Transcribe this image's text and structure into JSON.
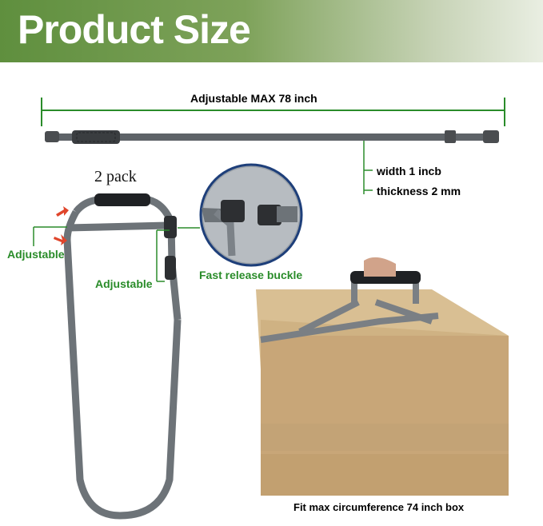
{
  "banner": {
    "title": "Product Size"
  },
  "strap": {
    "max_length_label": "Adjustable MAX 78 inch",
    "width_label": "width 1 incb",
    "thickness_label": "thickness  2 mm"
  },
  "carrier": {
    "pack_label": "2 pack",
    "adjustable_left_label": "Adjustable",
    "adjustable_center_label": "Adjustable"
  },
  "buckle": {
    "label": "Fast release buckle"
  },
  "box": {
    "caption": "Fit max circumference  74 inch box"
  },
  "colors": {
    "accent_green": "#2a8c2a",
    "banner_green": "#5f8f3e",
    "strap_gray": "#5e6368",
    "arrow_red": "#e0452b",
    "box_brown": "#c8a678"
  }
}
